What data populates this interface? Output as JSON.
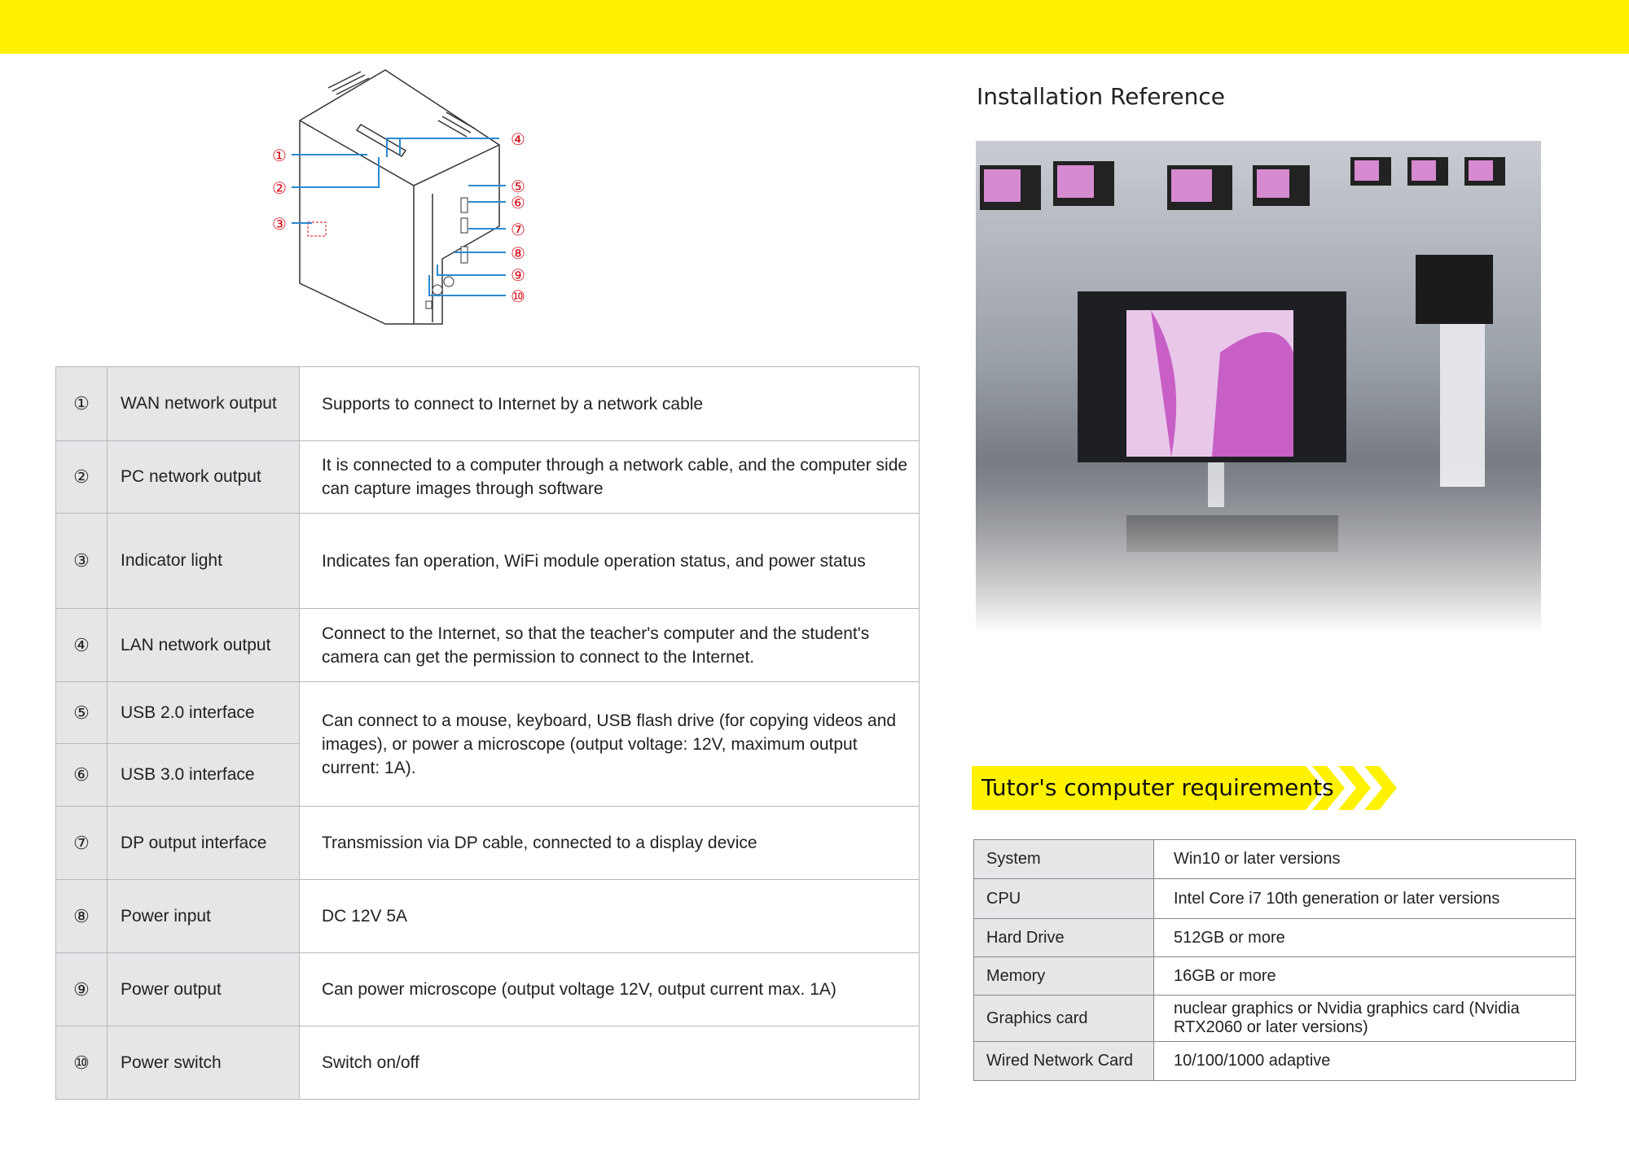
{
  "colors": {
    "accent": "#fff200",
    "callout": "#d8101c",
    "leader": "#2a8ad0"
  },
  "diagram": {
    "callouts": [
      "①",
      "②",
      "③",
      "④",
      "⑤",
      "⑥",
      "⑦",
      "⑧",
      "⑨",
      "⑩"
    ]
  },
  "ports": [
    {
      "num": "①",
      "name": "WAN network output",
      "desc": "Supports to connect to Internet by a network cable"
    },
    {
      "num": "②",
      "name": "PC network output",
      "desc": "It is connected to a computer through a network cable, and the computer side can capture images through software"
    },
    {
      "num": "③",
      "name": "Indicator light",
      "desc": "Indicates fan operation, WiFi module operation status, and power status"
    },
    {
      "num": "④",
      "name": "LAN network output",
      "desc": "Connect to the Internet, so that the teacher's computer and the student's camera can get the permission to connect to the Internet."
    },
    {
      "num": "⑤",
      "name": "USB 2.0 interface",
      "desc": "Can connect to a mouse, keyboard, USB flash drive (for copying videos and images), or power a microscope (output voltage: 12V, maximum output current: 1A)."
    },
    {
      "num": "⑥",
      "name": "USB 3.0 interface"
    },
    {
      "num": "⑦",
      "name": "DP output interface",
      "desc": "Transmission via DP cable, connected to a display device"
    },
    {
      "num": "⑧",
      "name": "Power input",
      "desc": "DC 12V 5A"
    },
    {
      "num": "⑨",
      "name": "Power output",
      "desc": "Can power microscope (output voltage 12V, output current max. 1A)"
    },
    {
      "num": "⑩",
      "name": "Power switch",
      "desc": "Switch on/off"
    }
  ],
  "installation": {
    "title": "Installation Reference"
  },
  "requirements": {
    "title": "Tutor's computer requirements",
    "rows": [
      {
        "k": "System",
        "v": "Win10 or later versions"
      },
      {
        "k": "CPU",
        "v": "Intel Core i7 10th generation or later versions"
      },
      {
        "k": "Hard Drive",
        "v": "512GB or more"
      },
      {
        "k": "Memory",
        "v": "16GB or more"
      },
      {
        "k": "Graphics card",
        "v": "nuclear graphics or Nvidia graphics card (Nvidia RTX2060 or later versions)"
      },
      {
        "k": "Wired Network Card",
        "v": "10/100/1000 adaptive"
      }
    ]
  }
}
